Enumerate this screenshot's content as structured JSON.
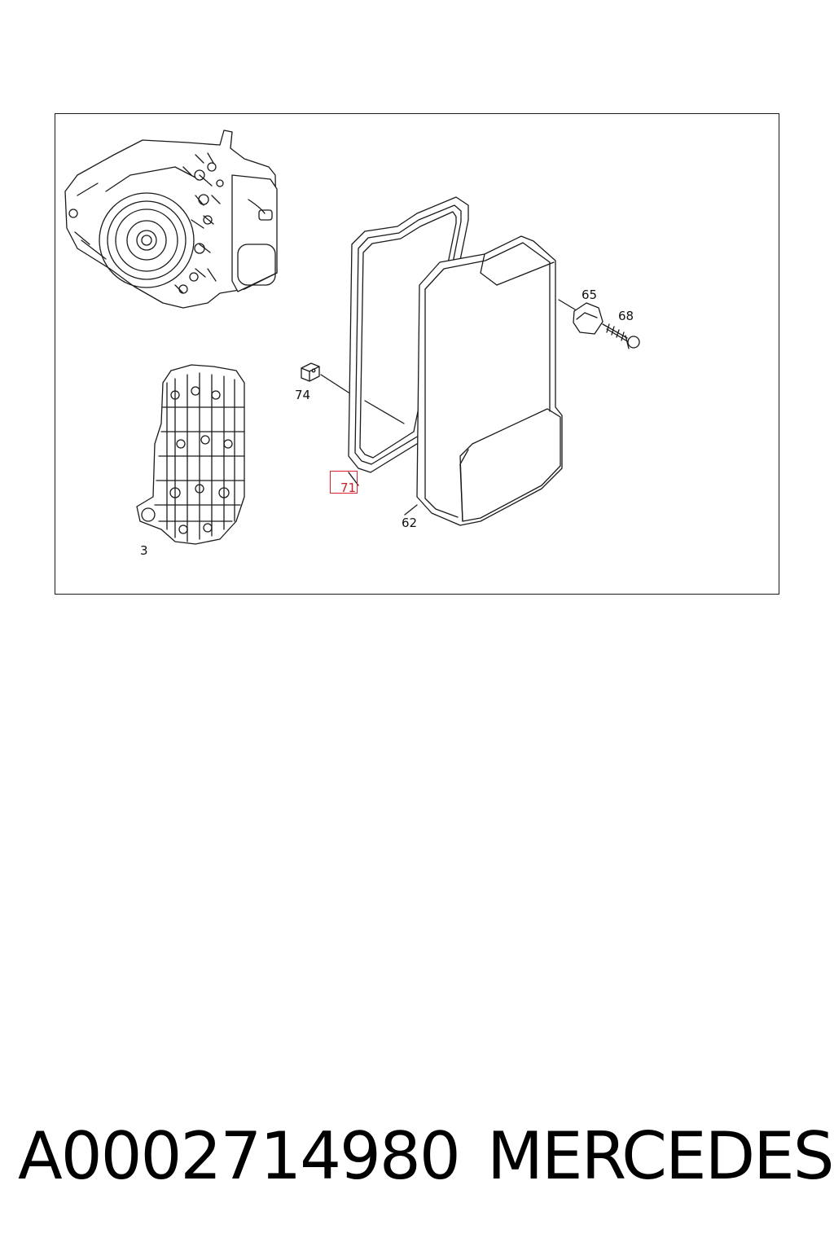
{
  "diagram": {
    "callouts": [
      {
        "id": "65",
        "text": "65"
      },
      {
        "id": "68",
        "text": "68"
      },
      {
        "id": "74",
        "text": "74"
      },
      {
        "id": "71",
        "text": "71",
        "highlighted": true
      },
      {
        "id": "62",
        "text": "62"
      },
      {
        "id": "3",
        "text": "3"
      }
    ],
    "highlight_color": "#e0202a",
    "line_color": "#1a1a1a"
  },
  "footer": {
    "part_number": "A0002714980",
    "brand": "MERCEDES"
  }
}
